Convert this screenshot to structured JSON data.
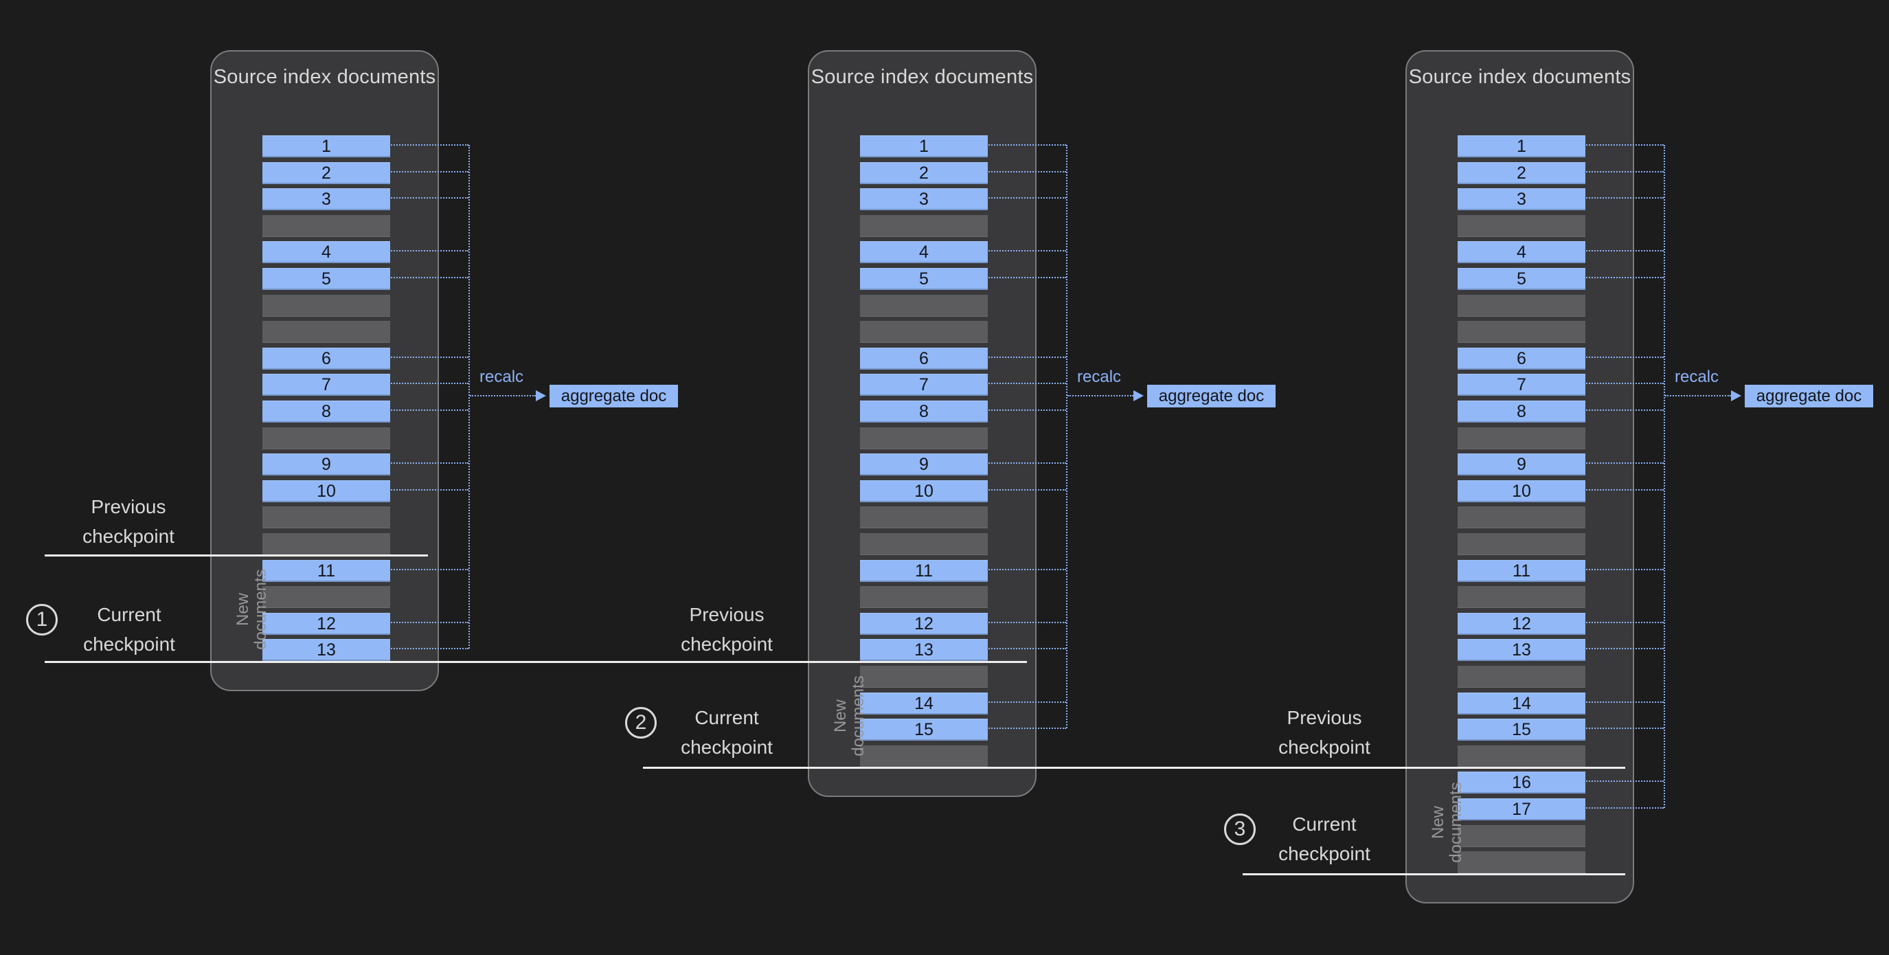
{
  "colors": {
    "background": "#1c1c1d",
    "panel_fill": "#39393b",
    "panel_border": "#7b7b7e",
    "doc_bar": "#92b8f7",
    "doc_text": "#14151a",
    "empty_bar": "#5c5c5e",
    "connector": "#8db2f4",
    "checkpoint_line": "#ededed",
    "label_text": "#d9d9d9",
    "muted_text": "#97979a"
  },
  "panels": [
    {
      "title": "Source index documents",
      "recalc_label": "recalc",
      "aggregate_label": "aggregate doc",
      "new_documents_label": "New documents",
      "rows": [
        "1",
        "2",
        "3",
        null,
        "4",
        "5",
        null,
        null,
        "6",
        "7",
        "8",
        null,
        "9",
        "10",
        null,
        null,
        "11",
        null,
        "12",
        "13"
      ]
    },
    {
      "title": "Source index documents",
      "recalc_label": "recalc",
      "aggregate_label": "aggregate doc",
      "new_documents_label": "New documents",
      "rows": [
        "1",
        "2",
        "3",
        null,
        "4",
        "5",
        null,
        null,
        "6",
        "7",
        "8",
        null,
        "9",
        "10",
        null,
        null,
        "11",
        null,
        "12",
        "13",
        null,
        "14",
        "15",
        null
      ]
    },
    {
      "title": "Source index documents",
      "recalc_label": "recalc",
      "aggregate_label": "aggregate doc",
      "new_documents_label": "New documents",
      "rows": [
        "1",
        "2",
        "3",
        null,
        "4",
        "5",
        null,
        null,
        "6",
        "7",
        "8",
        null,
        "9",
        "10",
        null,
        null,
        "11",
        null,
        "12",
        "13",
        null,
        "14",
        "15",
        null,
        "16",
        "17",
        null,
        null
      ]
    }
  ],
  "checkpoint_labels": {
    "previous": "Previous checkpoint",
    "current": "Current checkpoint"
  },
  "markers": [
    "1",
    "2",
    "3"
  ]
}
